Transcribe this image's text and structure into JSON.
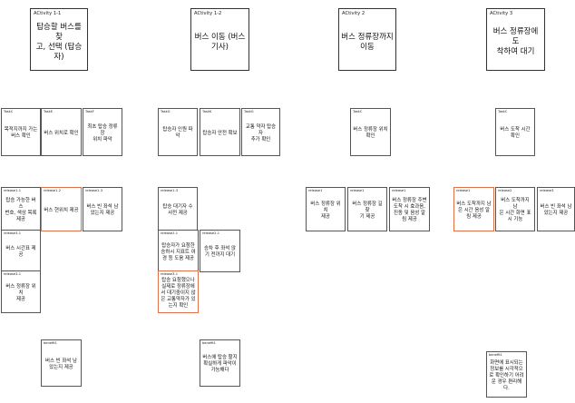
{
  "activities": [
    {
      "tag": "ACtivity 1-1",
      "text": "탑승할 버스를 찾\n고, 선택 (탑승자)"
    },
    {
      "tag": "ACtivity 1-2",
      "text": "버스 이동 (버스\n기사)"
    },
    {
      "tag": "ACtivity 2",
      "text": "버스 정류장까지\n이동"
    },
    {
      "tag": "ACtivity 3",
      "text": "버스 정류장에 도\n착하여 대기"
    }
  ],
  "tasks": [
    {
      "tag": "TaskC",
      "text": "목적지까지 가는\n버스 확인"
    },
    {
      "tag": "TaskE",
      "text": "버스 위치로 확인"
    },
    {
      "tag": "TaskF",
      "text": "최초 탑승 정류장\n위치 파악"
    },
    {
      "tag": "TaskG",
      "text": "탑승자 인원 파악"
    },
    {
      "tag": "TaskK",
      "text": "탑승자 안전 확보"
    },
    {
      "tag": "TaskG",
      "text": "교통 약자 탑승자\n추가 확인"
    },
    {
      "tag": "TaskC",
      "text": "버스 정류장 위치\n확인"
    },
    {
      "tag": "TaskC",
      "text": "버스 도착 시간\n확인"
    }
  ],
  "releases": [
    {
      "tag": "release1-1",
      "text": "탑승 가능한 버스\n번호, 색상 목록\n제공"
    },
    {
      "tag": "release1-2",
      "text": "버스 현위치 제공"
    },
    {
      "tag": "release1-3",
      "text": "버스 빈 좌석 남\n았는지  제공"
    },
    {
      "tag": "release3-1",
      "text": "버스 시간표 제\n공"
    },
    {
      "tag": "release3-1",
      "text": "버스 정류장 위치\n제공"
    },
    {
      "tag": "release1-3",
      "text": "탑승 대기자 수\n사전 제공"
    },
    {
      "tag": "release2-1",
      "text": "탑승자가 요청한\n승하시 지표트 여\n경 등 도움 제공"
    },
    {
      "tag": "release2-1",
      "text": "승차 후 좌석 앉\n기 전까지 대기"
    },
    {
      "tag": "release3-1",
      "text": "탑승 요청했으나\n실제로 정류장에\n서 대기중이지 않\n은 교통약자가 있\n는지 확인"
    },
    {
      "tag": "release1",
      "text": "버스 정류장 위치\n제공"
    },
    {
      "tag": "release1",
      "text": "버스 정류장 길찾\n기 제공"
    },
    {
      "tag": "release1",
      "text": "버스 정류장 주변\n도착 시 효과음,\n진동 및 음성 알\n림 제공"
    },
    {
      "tag": "release1",
      "text": "버스 도착까지 남\n은 시간 음성 알\n림 제공"
    },
    {
      "tag": "release2",
      "text": "버스 도착까지 남\n은 시간 화면 표\n시 기능"
    },
    {
      "tag": "release3",
      "text": "버스 빈 좌석 남\n았는지  제공"
    }
  ],
  "benefits": [
    {
      "tag": "benefit1",
      "text": "버스 빈 좌석 남\n았는지 제공"
    },
    {
      "tag": "benefit1",
      "text": "버스에 탑승 할지\n확실하게 파악이\n가능해다"
    },
    {
      "tag": "benefit1",
      "text": "화면에 표시되는\n정보를 시각적으\n로 확인하기 어려\n운 경우 편리해\n다."
    }
  ]
}
